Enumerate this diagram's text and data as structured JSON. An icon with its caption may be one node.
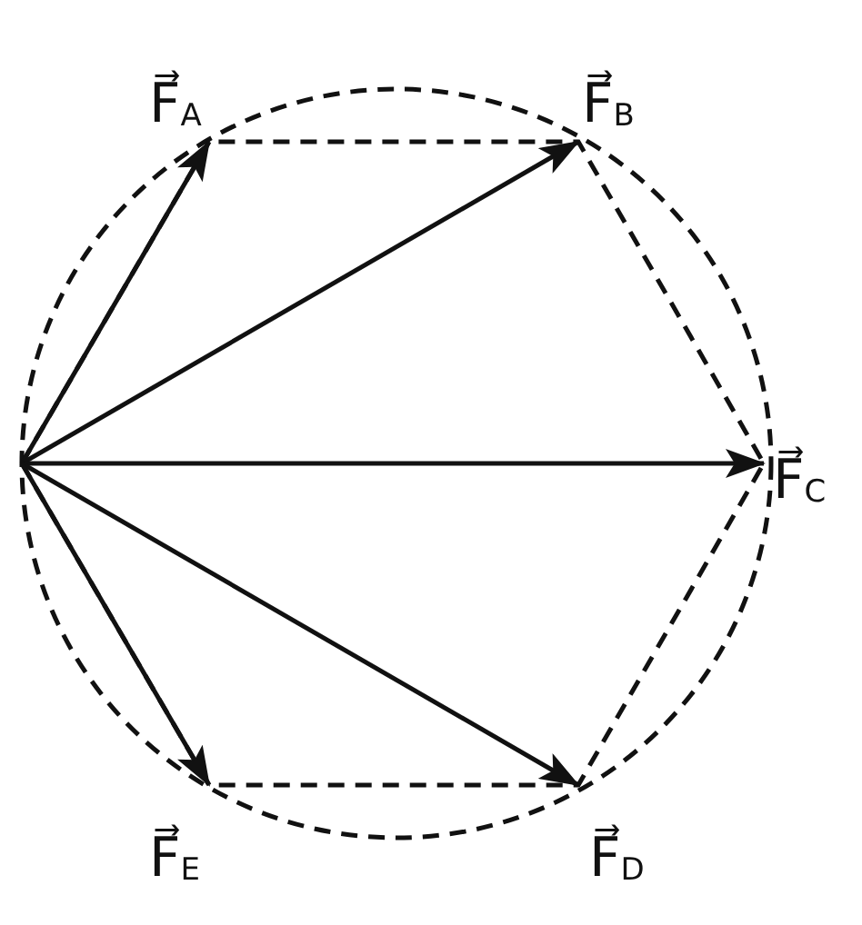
{
  "diagram": {
    "nodes": [
      {
        "text": [
          "F⃗$_{A}$"
        ]
      },
      {
        "text": [
          "F⃗$_{B}$"
        ]
      },
      {
        "text": [
          "F⃗$_{C}$"
        ]
      },
      {
        "text": [
          "F⃗$_{D}$"
        ]
      },
      {
        "text": [
          "F⃗$_{E}$"
        ]
      }
    ],
    "edges": [
      {
        "from": null,
        "to": 0,
        "arrow": "to"
      },
      {
        "from": null,
        "to": 1,
        "arrow": "to"
      },
      {
        "from": null,
        "to": 2,
        "arrow": "to"
      },
      {
        "from": null,
        "to": 3,
        "arrow": "to"
      },
      {
        "from": null,
        "to": 4,
        "arrow": "to"
      }
    ]
  }
}
